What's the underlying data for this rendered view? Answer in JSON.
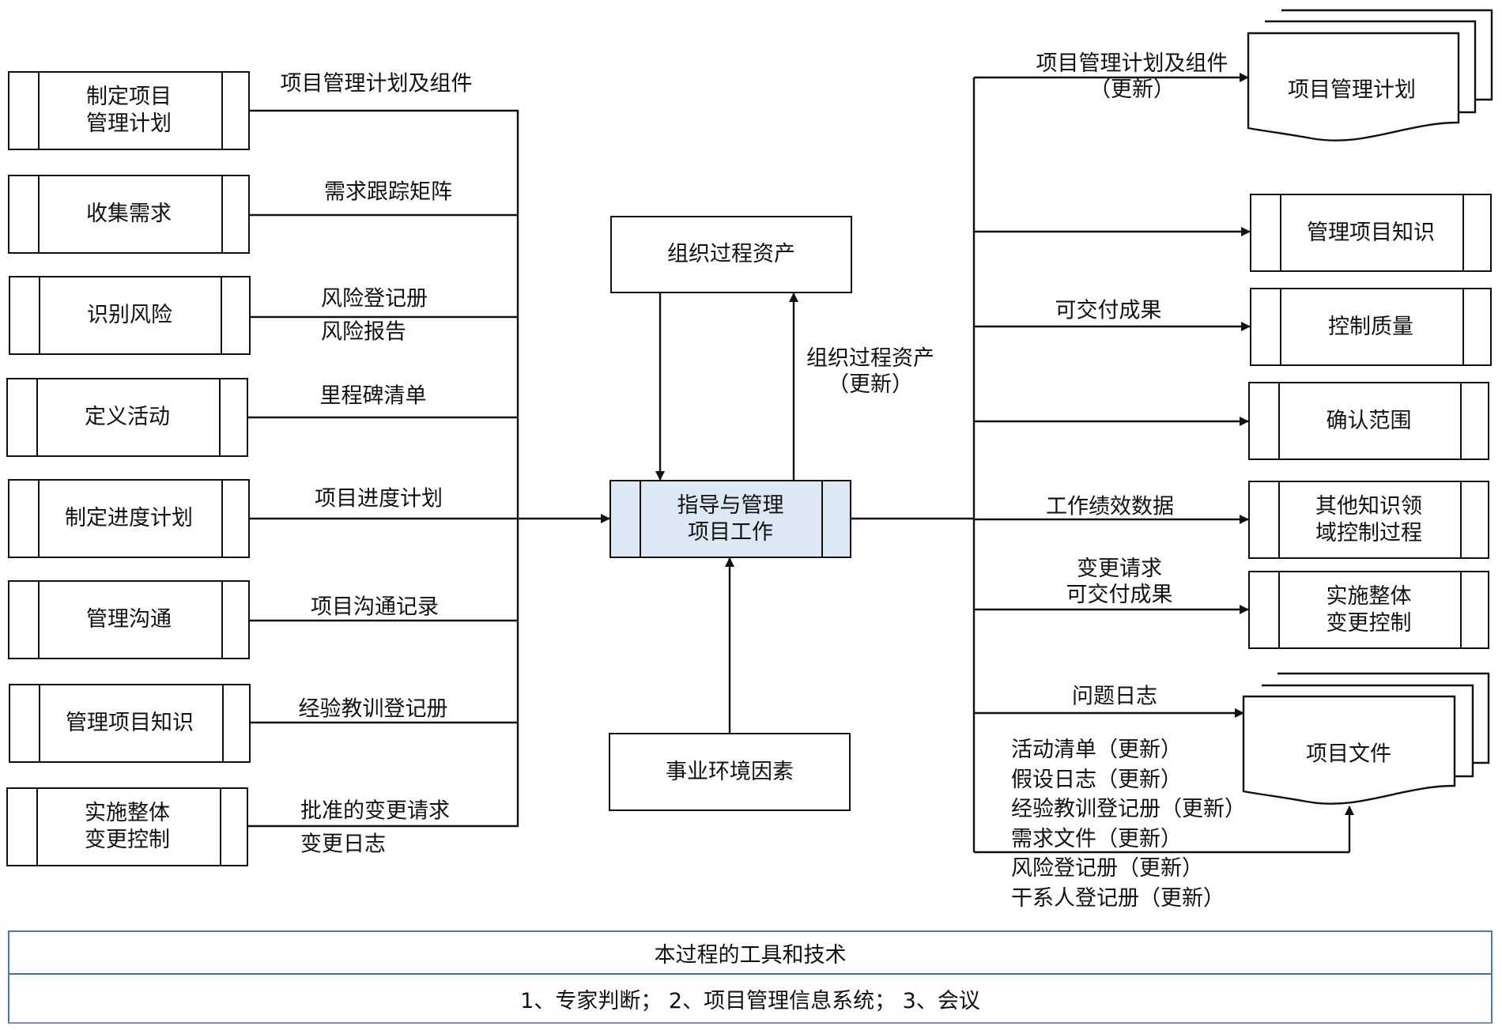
{
  "diagram": {
    "title": "指导与管理项目工作 — 数据流向图",
    "center_process": {
      "label": "指导与管理\n项目工作",
      "fill": "#dce8f4"
    },
    "opa_box": {
      "label": "组织过程资产"
    },
    "eef_box": {
      "label": "事业环境因素"
    },
    "opa_update_label": "组织过程资产\n（更新）",
    "input_processes": [
      {
        "label": "制定项目\n管理计划",
        "flow": "项目管理计划及组件"
      },
      {
        "label": "收集需求",
        "flow": "需求跟踪矩阵"
      },
      {
        "label": "识别风险",
        "flow": "风险登记册",
        "flow2": "风险报告"
      },
      {
        "label": "定义活动",
        "flow": "里程碑清单"
      },
      {
        "label": "制定进度计划",
        "flow": "项目进度计划"
      },
      {
        "label": "管理沟通",
        "flow": "项目沟通记录"
      },
      {
        "label": "管理项目知识",
        "flow": "经验教训登记册"
      },
      {
        "label": "实施整体\n变更控制",
        "flow": "批准的变更请求",
        "flow2": "变更日志"
      }
    ],
    "output_targets": [
      {
        "type": "document",
        "label": "项目管理计划",
        "flow": "项目管理计划及组件\n（更新）"
      },
      {
        "type": "process",
        "label": "管理项目知识",
        "flow": ""
      },
      {
        "type": "process",
        "label": "控制质量",
        "flow": "可交付成果"
      },
      {
        "type": "process",
        "label": "确认范围",
        "flow": ""
      },
      {
        "type": "process",
        "label": "其他知识领\n域控制过程",
        "flow": "工作绩效数据"
      },
      {
        "type": "process",
        "label": "实施整体\n变更控制",
        "flow": "变更请求\n可交付成果"
      },
      {
        "type": "document",
        "label": "项目文件",
        "flow": "问题日志"
      }
    ],
    "project_document_updates": [
      "活动清单（更新）",
      "假设日志（更新）",
      "经验教训登记册（更新）",
      "需求文件（更新）",
      "风险登记册（更新）",
      "干系人登记册（更新）"
    ],
    "tools": {
      "header": "本过程的工具和技术",
      "items": "1、专家判断； 2、项目管理信息系统； 3、会议",
      "border_color": "#3c6ea8"
    }
  }
}
